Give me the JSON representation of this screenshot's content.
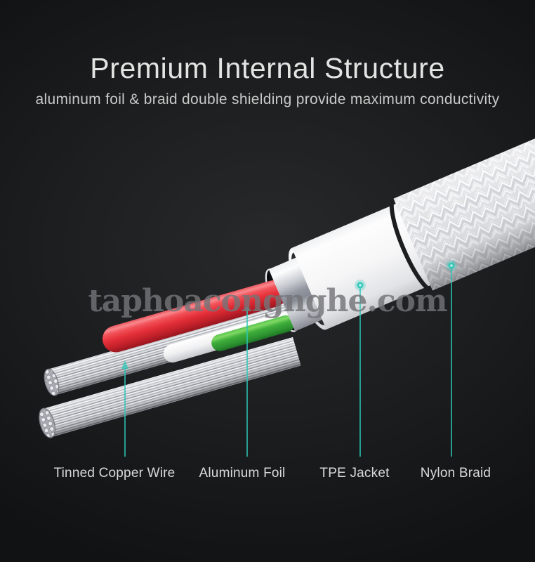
{
  "header": {
    "title": "Premium Internal Structure",
    "subtitle": "aluminum foil & braid double shielding provide maximum conductivity"
  },
  "watermark": "taphoacongnghe.com",
  "callouts": [
    {
      "label": "Tinned Copper Wire"
    },
    {
      "label": "Aluminum Foil"
    },
    {
      "label": "TPE Jacket"
    },
    {
      "label": "Nylon Braid"
    }
  ],
  "colors": {
    "accent_teal": "#2cc8b8",
    "background": "#1d1f21",
    "red_wire": "#e42f38",
    "green_wire": "#3fae3b",
    "white_wire": "#f1f1f3",
    "copper_strand": "#dcdee2",
    "title_text": "#e4e4e3",
    "label_text": "#dadada",
    "watermark_gray": "#747477"
  }
}
